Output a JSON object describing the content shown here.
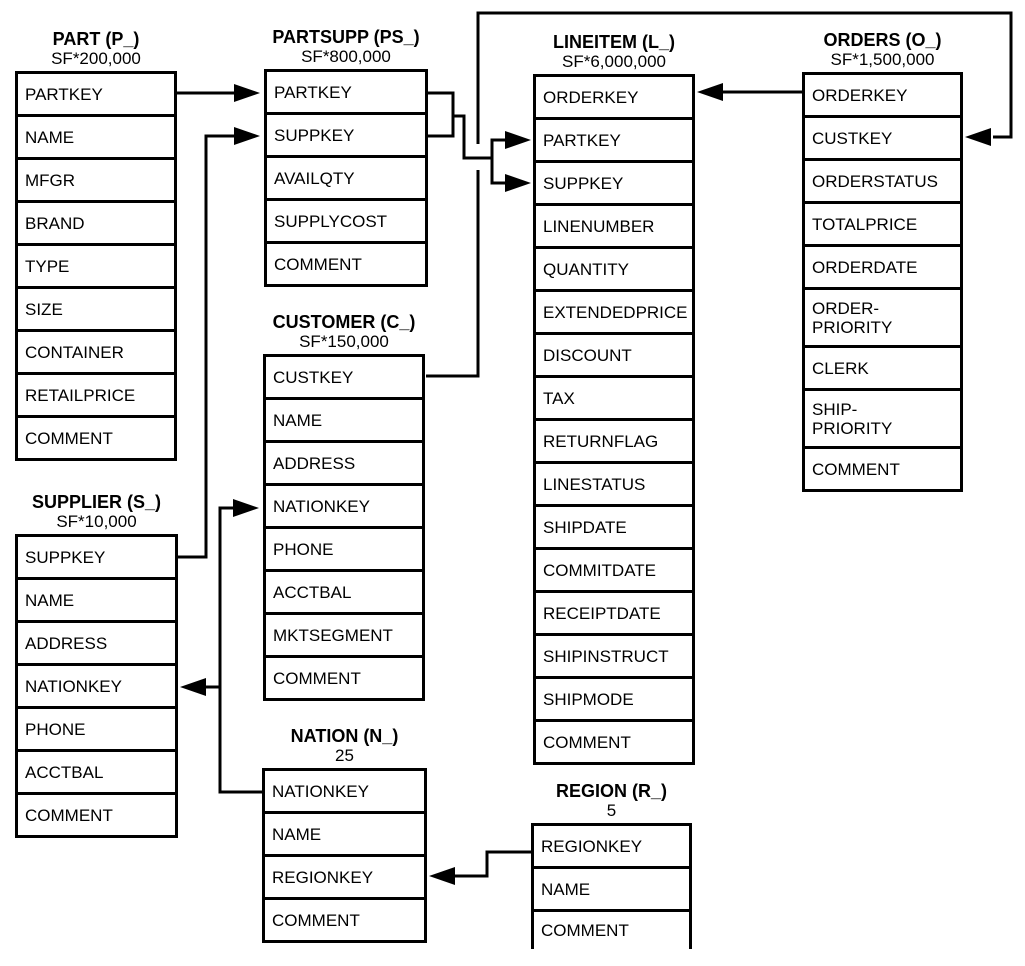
{
  "diagram_colors": {
    "line": "#000000",
    "background": "#ffffff",
    "text": "#000000"
  },
  "tables": [
    {
      "id": "part",
      "title": "PART (P_)",
      "cardinality": "SF*200,000",
      "fields": [
        "PARTKEY",
        "NAME",
        "MFGR",
        "BRAND",
        "TYPE",
        "SIZE",
        "CONTAINER",
        "RETAILPRICE",
        "COMMENT"
      ]
    },
    {
      "id": "partsupp",
      "title": "PARTSUPP (PS_)",
      "cardinality": "SF*800,000",
      "fields": [
        "PARTKEY",
        "SUPPKEY",
        "AVAILQTY",
        "SUPPLYCOST",
        "COMMENT"
      ]
    },
    {
      "id": "lineitem",
      "title": "LINEITEM (L_)",
      "cardinality": "SF*6,000,000",
      "fields": [
        "ORDERKEY",
        "PARTKEY",
        "SUPPKEY",
        "LINENUMBER",
        "QUANTITY",
        "EXTENDEDPRICE",
        "DISCOUNT",
        "TAX",
        "RETURNFLAG",
        "LINESTATUS",
        "SHIPDATE",
        "COMMITDATE",
        "RECEIPTDATE",
        "SHIPINSTRUCT",
        "SHIPMODE",
        "COMMENT"
      ]
    },
    {
      "id": "orders",
      "title": "ORDERS (O_)",
      "cardinality": "SF*1,500,000",
      "fields": [
        "ORDERKEY",
        "CUSTKEY",
        "ORDERSTATUS",
        "TOTALPRICE",
        "ORDERDATE",
        "ORDER-\nPRIORITY",
        "CLERK",
        "SHIP-\nPRIORITY",
        "COMMENT"
      ]
    },
    {
      "id": "customer",
      "title": "CUSTOMER (C_)",
      "cardinality": "SF*150,000",
      "fields": [
        "CUSTKEY",
        "NAME",
        "ADDRESS",
        "NATIONKEY",
        "PHONE",
        "ACCTBAL",
        "MKTSEGMENT",
        "COMMENT"
      ]
    },
    {
      "id": "supplier",
      "title": "SUPPLIER (S_)",
      "cardinality": "SF*10,000",
      "fields": [
        "SUPPKEY",
        "NAME",
        "ADDRESS",
        "NATIONKEY",
        "PHONE",
        "ACCTBAL",
        "COMMENT"
      ]
    },
    {
      "id": "nation",
      "title": "NATION (N_)",
      "cardinality": "25",
      "fields": [
        "NATIONKEY",
        "NAME",
        "REGIONKEY",
        "COMMENT"
      ]
    },
    {
      "id": "region",
      "title": "REGION (R_)",
      "cardinality": "5",
      "fields": [
        "REGIONKEY",
        "NAME",
        "COMMENT"
      ]
    }
  ],
  "relationships": [
    {
      "from": "PART.PARTKEY",
      "to": "PARTSUPP.PARTKEY"
    },
    {
      "from": "SUPPLIER.SUPPKEY",
      "to": "PARTSUPP.SUPPKEY"
    },
    {
      "from": "PARTSUPP.PARTKEY",
      "to": "LINEITEM.PARTKEY"
    },
    {
      "from": "PARTSUPP.SUPPKEY",
      "to": "LINEITEM.SUPPKEY"
    },
    {
      "from": "ORDERS.ORDERKEY",
      "to": "LINEITEM.ORDERKEY"
    },
    {
      "from": "CUSTOMER.CUSTKEY",
      "to": "ORDERS.CUSTKEY"
    },
    {
      "from": "NATION.NATIONKEY",
      "to": "CUSTOMER.NATIONKEY"
    },
    {
      "from": "NATION.NATIONKEY",
      "to": "SUPPLIER.NATIONKEY"
    },
    {
      "from": "REGION.REGIONKEY",
      "to": "NATION.REGIONKEY"
    }
  ]
}
